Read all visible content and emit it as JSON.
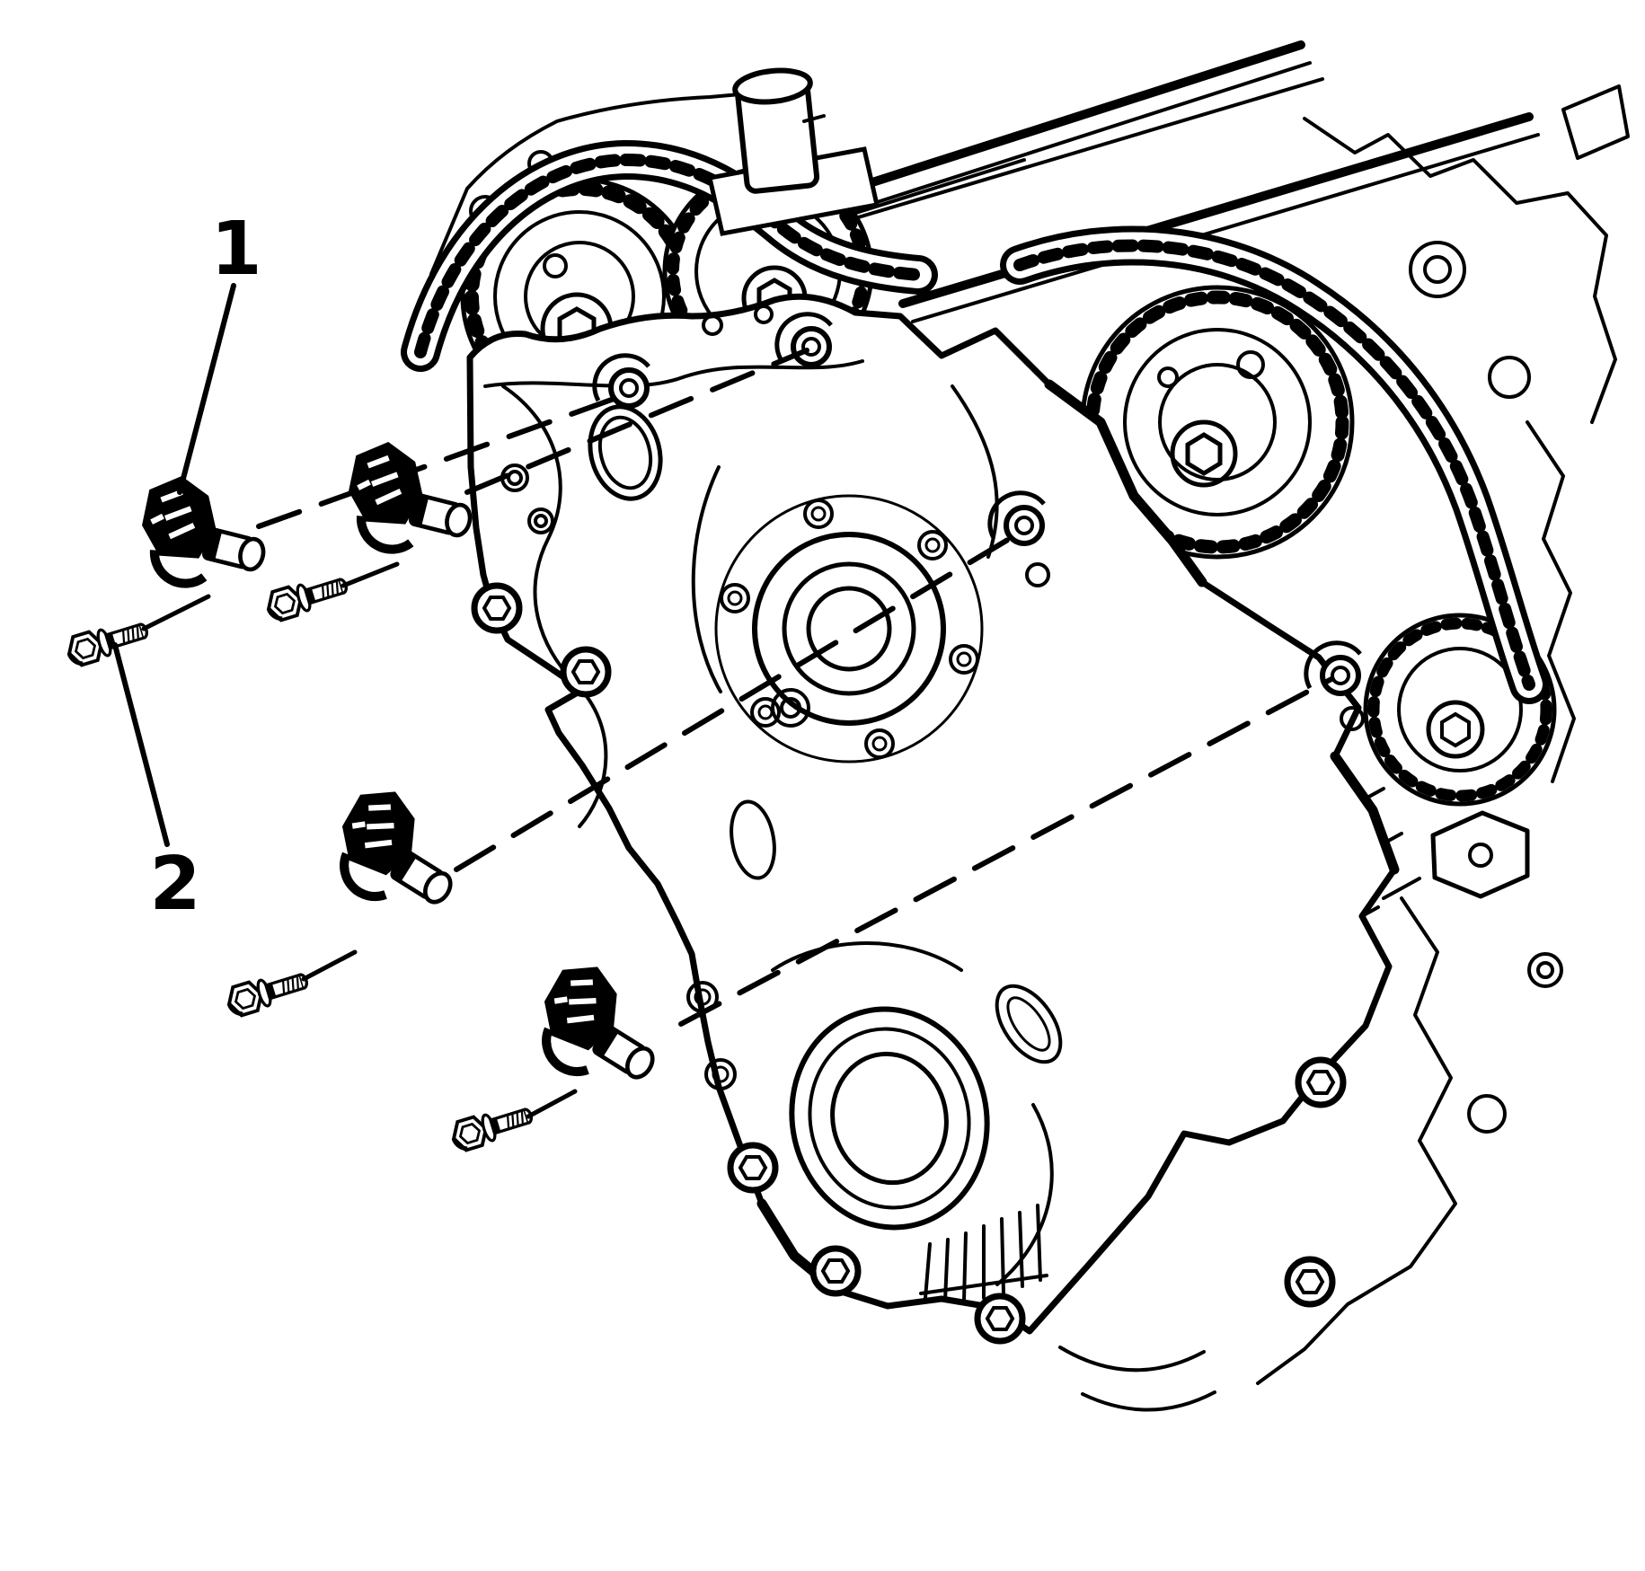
{
  "figure": {
    "kind": "technical-line-illustration",
    "background_color": "#ffffff",
    "line_color": "#000000",
    "callouts": [
      {
        "label": "1"
      },
      {
        "label": "2"
      }
    ]
  }
}
